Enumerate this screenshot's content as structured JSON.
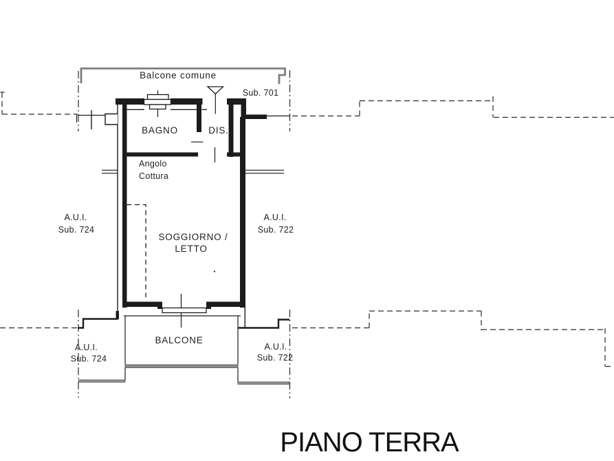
{
  "plan": {
    "floor_title": "PIANO TERRA",
    "common_balcony_label": "Balcone comune",
    "entrance_sub": "Sub. 701",
    "rooms": {
      "bagno": "BAGNO",
      "dis": "DIS.",
      "angolo_cottura_line1": "Angolo",
      "angolo_cottura_line2": "Cottura",
      "soggiorno_line1": "SOGGIORNO /",
      "soggiorno_line2": "LETTO",
      "balcone": "BALCONE"
    },
    "adjacent_units": {
      "aui_label": "A.U.I.",
      "sub_724": "Sub. 724",
      "sub_722": "Sub. 722"
    },
    "colors": {
      "line": "#1c1c1c",
      "balcony_outline_gray": "#7e7e7e",
      "railing_gray": "#8a8a8a",
      "strip_gray": "#949494"
    }
  }
}
